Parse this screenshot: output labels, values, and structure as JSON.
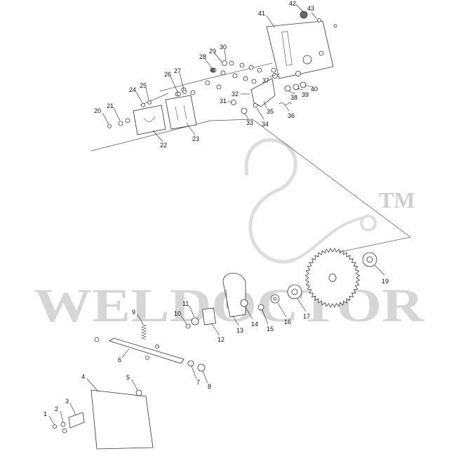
{
  "watermark": {
    "brand": "WELDOCTOR",
    "trademark": "TM"
  },
  "callouts": [
    {
      "id": "c1",
      "label": "1"
    },
    {
      "id": "c2",
      "label": "2"
    },
    {
      "id": "c3",
      "label": "3"
    },
    {
      "id": "c4",
      "label": "4"
    },
    {
      "id": "c5",
      "label": "5"
    },
    {
      "id": "c6",
      "label": "6"
    },
    {
      "id": "c7",
      "label": "7"
    },
    {
      "id": "c8",
      "label": "8"
    },
    {
      "id": "c9",
      "label": "9"
    },
    {
      "id": "c10",
      "label": "10"
    },
    {
      "id": "c11",
      "label": "11"
    },
    {
      "id": "c12",
      "label": "12"
    },
    {
      "id": "c13",
      "label": "13"
    },
    {
      "id": "c14",
      "label": "14"
    },
    {
      "id": "c15",
      "label": "15"
    },
    {
      "id": "c16",
      "label": "16"
    },
    {
      "id": "c17",
      "label": "17"
    },
    {
      "id": "c19",
      "label": "19"
    },
    {
      "id": "c20",
      "label": "20"
    },
    {
      "id": "c21",
      "label": "21"
    },
    {
      "id": "c22",
      "label": "22"
    },
    {
      "id": "c23",
      "label": "23"
    },
    {
      "id": "c24",
      "label": "24"
    },
    {
      "id": "c25",
      "label": "25"
    },
    {
      "id": "c26",
      "label": "26"
    },
    {
      "id": "c27",
      "label": "27"
    },
    {
      "id": "c28",
      "label": "28"
    },
    {
      "id": "c29",
      "label": "29"
    },
    {
      "id": "c30",
      "label": "30"
    },
    {
      "id": "c31",
      "label": "31"
    },
    {
      "id": "c32",
      "label": "32"
    },
    {
      "id": "c33",
      "label": "33"
    },
    {
      "id": "c34",
      "label": "34"
    },
    {
      "id": "c35",
      "label": "35"
    },
    {
      "id": "c36",
      "label": "36"
    },
    {
      "id": "c37",
      "label": "37"
    },
    {
      "id": "c38",
      "label": "38"
    },
    {
      "id": "c39",
      "label": "39"
    },
    {
      "id": "c40",
      "label": "40"
    },
    {
      "id": "c41",
      "label": "41"
    },
    {
      "id": "c42",
      "label": "42"
    },
    {
      "id": "c43",
      "label": "43"
    }
  ]
}
